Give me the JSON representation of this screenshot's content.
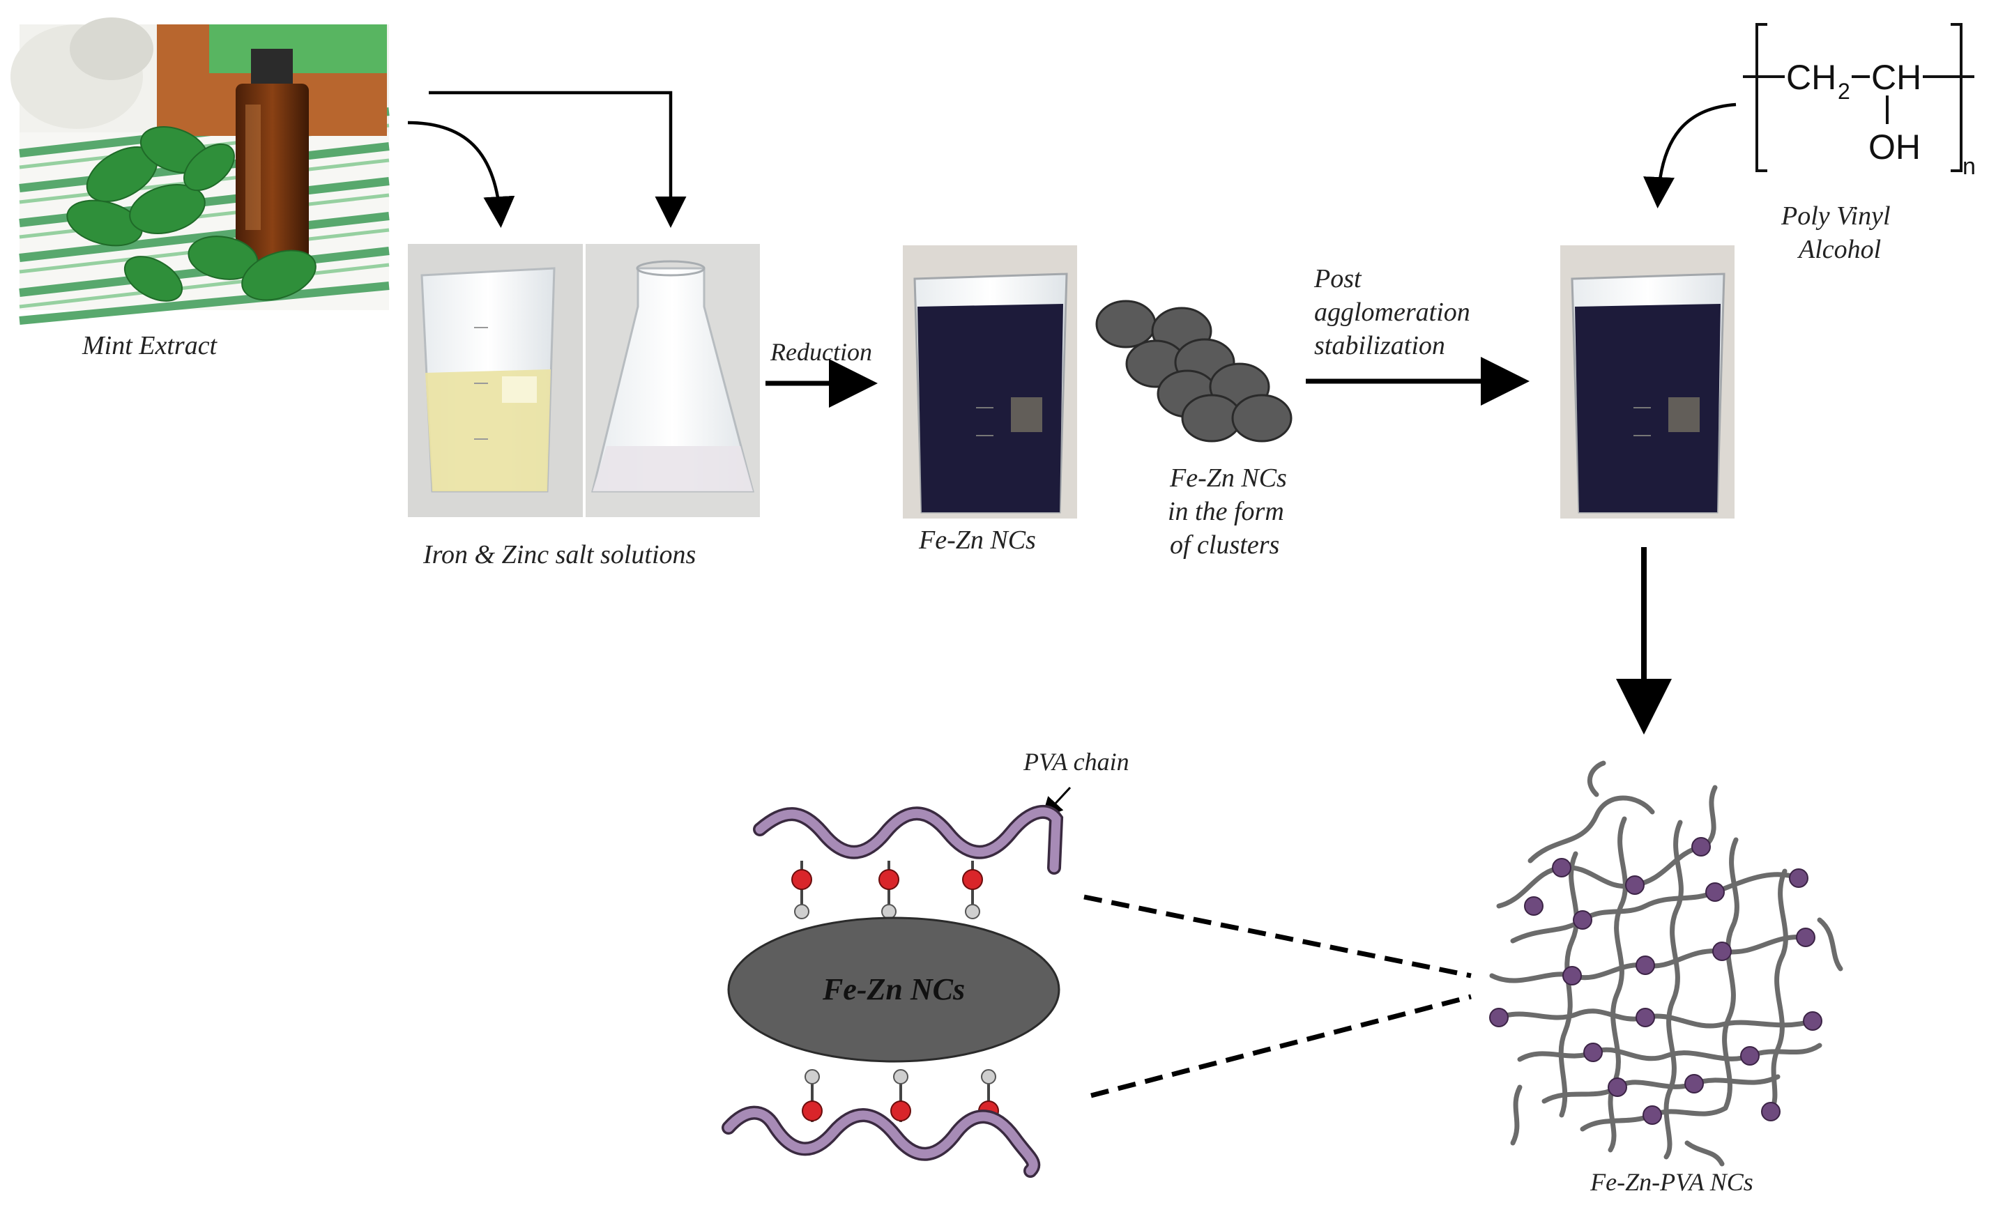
{
  "labels": {
    "mint_extract": "Mint Extract",
    "salt_solutions": "Iron & Zinc salt solutions",
    "reduction": "Reduction",
    "fezn_ncs": "Fe-Zn NCs",
    "clusters_line1": "Fe-Zn NCs",
    "clusters_line2": "in the form",
    "clusters_line3": "of clusters",
    "post_line1": "Post",
    "post_line2": "agglomeration",
    "post_line3": "stabilization",
    "pva_name_line1": "Poly Vinyl",
    "pva_name_line2": "Alcohol",
    "pva_chain": "PVA chain",
    "core_label": "Fe-Zn NCs",
    "final_product": "Fe-Zn-PVA NCs"
  },
  "formula": {
    "ch2": "CH",
    "sub2": "2",
    "ch": "CH",
    "oh": "OH",
    "n": "n"
  },
  "colors": {
    "cluster": "#5a5a5a",
    "core": "#5e5e5e",
    "chain": "#a78bb6",
    "oxygen": "#d9252a",
    "hydrogen": "#cfcfcf",
    "network": "#6b6b6b",
    "node": "#6e4a7e",
    "dark_solution": "#1d1b3a",
    "yellow_solution": "#eae3a4"
  }
}
